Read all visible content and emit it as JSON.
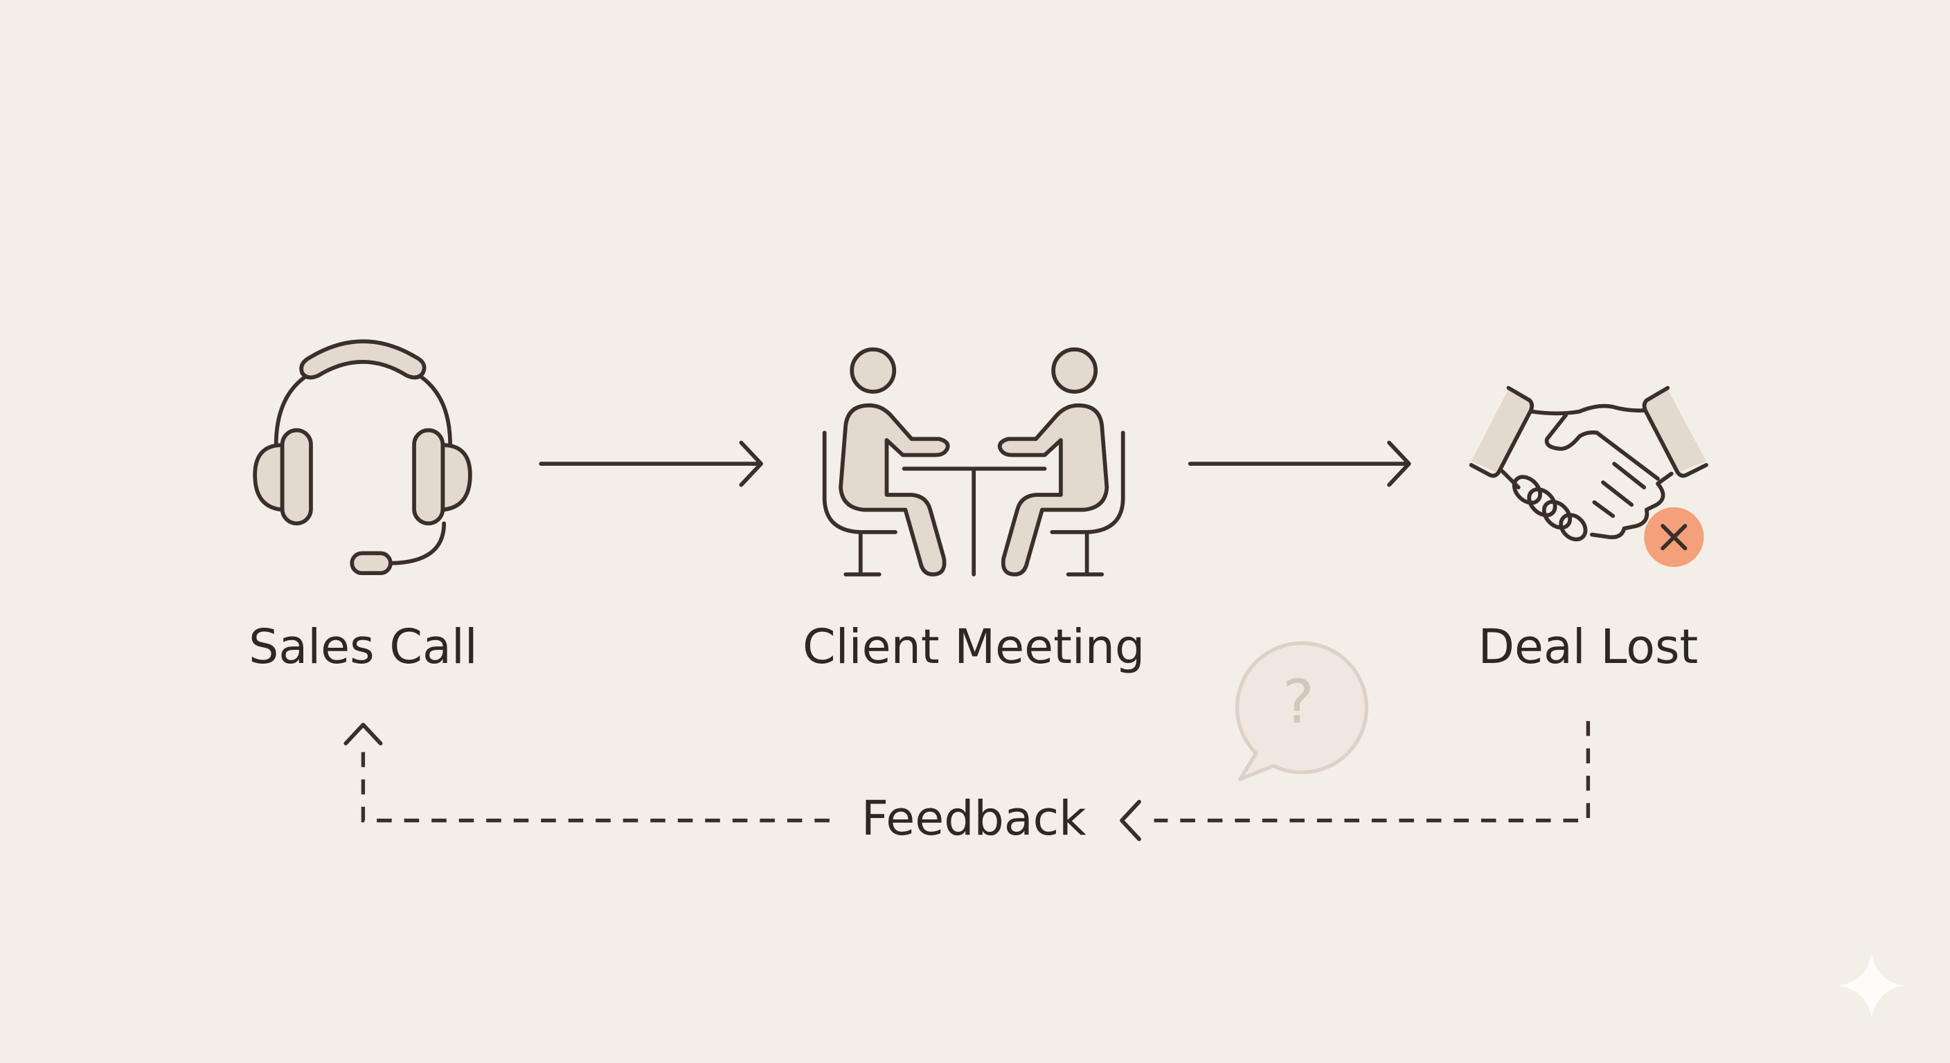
{
  "diagram": {
    "steps": [
      {
        "label": "Sales Call",
        "icon": "headset-icon"
      },
      {
        "label": "Client Meeting",
        "icon": "meeting-icon"
      },
      {
        "label": "Deal Lost",
        "icon": "handshake-icon"
      }
    ],
    "feedback_label": "Feedback",
    "question_mark": "?",
    "colors": {
      "background": "#f3efe8",
      "stroke": "#3a2f2a",
      "icon_fill": "#e3d9cf",
      "lost_badge": "#f4a07a"
    }
  }
}
